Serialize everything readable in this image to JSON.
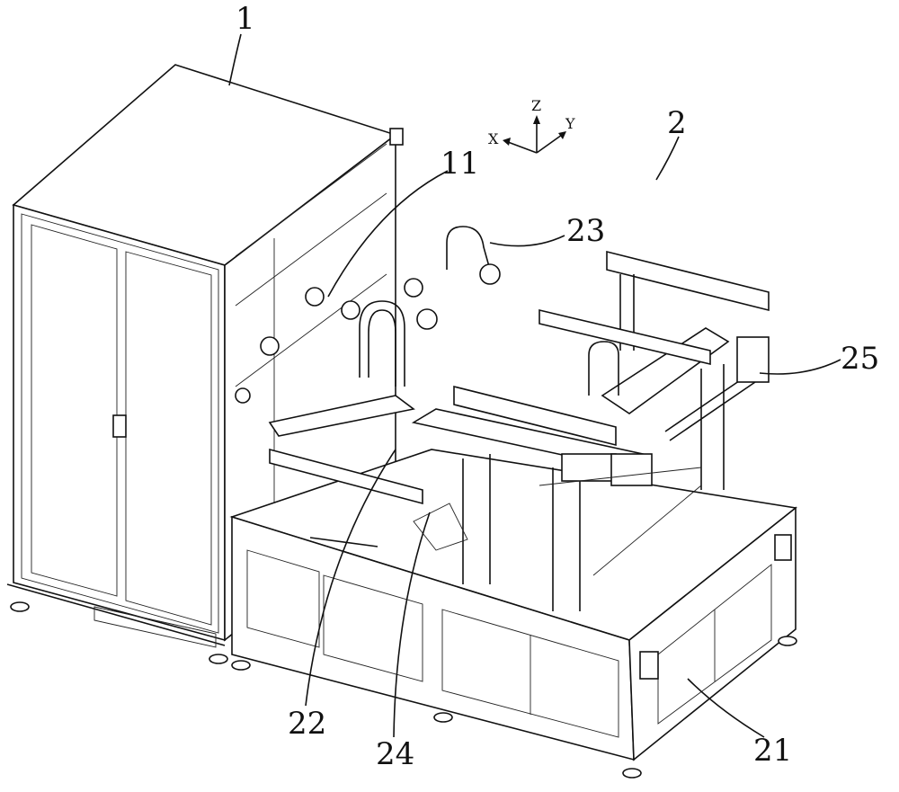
{
  "figure": {
    "labels": {
      "cabinet": "1",
      "cabinet_module": "11",
      "machine": "2",
      "component_23": "23",
      "component_25": "25",
      "component_22": "22",
      "component_24": "24",
      "base_21": "21"
    },
    "axes": {
      "x": "X",
      "y": "Y",
      "z": "Z"
    },
    "line_color": "#111111",
    "background": "#ffffff"
  }
}
